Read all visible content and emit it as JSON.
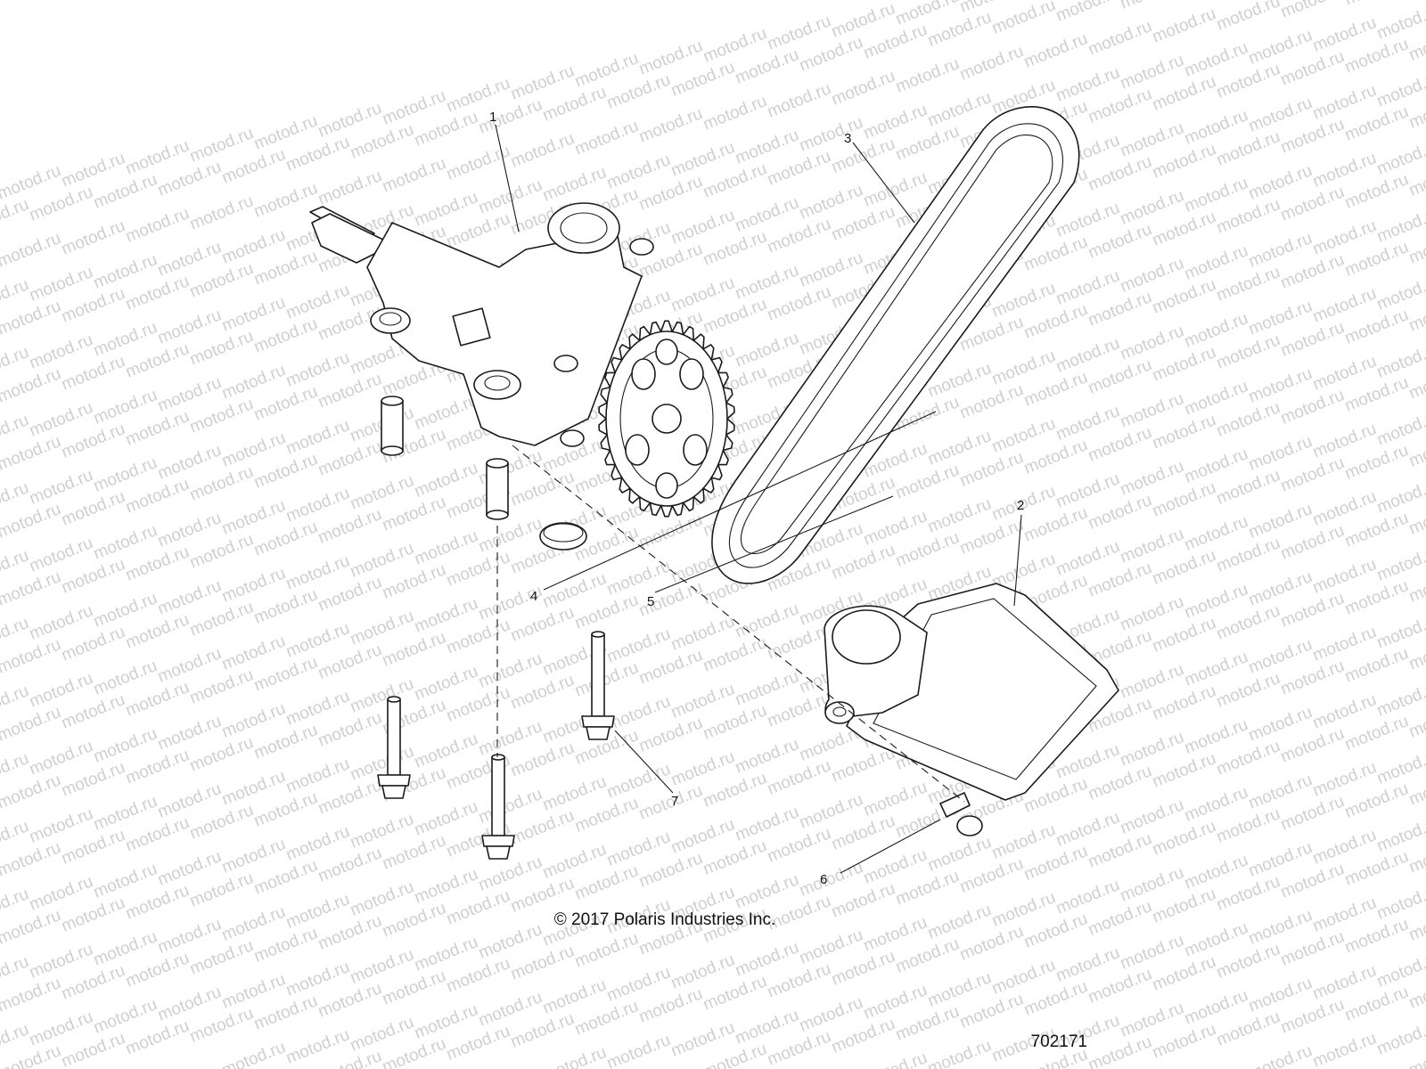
{
  "watermark": "motod.ru",
  "copyright": "© 2017 Polaris Industries Inc.",
  "figure_number": "702171",
  "callouts": [
    "1",
    "2",
    "3",
    "4",
    "5",
    "6",
    "7"
  ]
}
